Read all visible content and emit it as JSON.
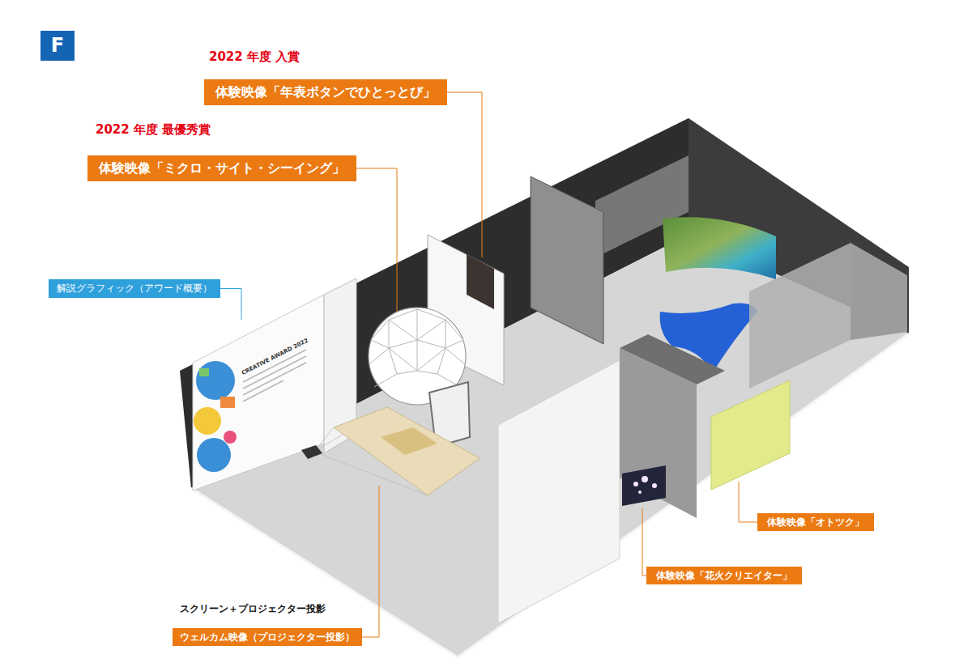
{
  "diagram": {
    "nodes": [
      {
        "text": [
          "F"
        ]
      },
      {
        "text": [
          "2022 年度 入賞",
          "体験映像「年表ボタンでひとっとび」"
        ]
      },
      {
        "text": [
          "2022 年度 最優秀賞",
          "体験映像「ミクロ・サイト・シーイング」"
        ]
      },
      {
        "text": [
          "解説グラフィック（アワード概要）"
        ]
      },
      {
        "text": [
          "スクリーン＋プロジェクター投影",
          "ウェルカム映像（プロジェクター投影）"
        ]
      },
      {
        "text": [
          "体験映像「オトツク」"
        ]
      },
      {
        "text": [
          "体験映像「花火クリエイター」"
        ]
      }
    ],
    "labels": [
      "CREATIVE AWARD 2022"
    ]
  }
}
